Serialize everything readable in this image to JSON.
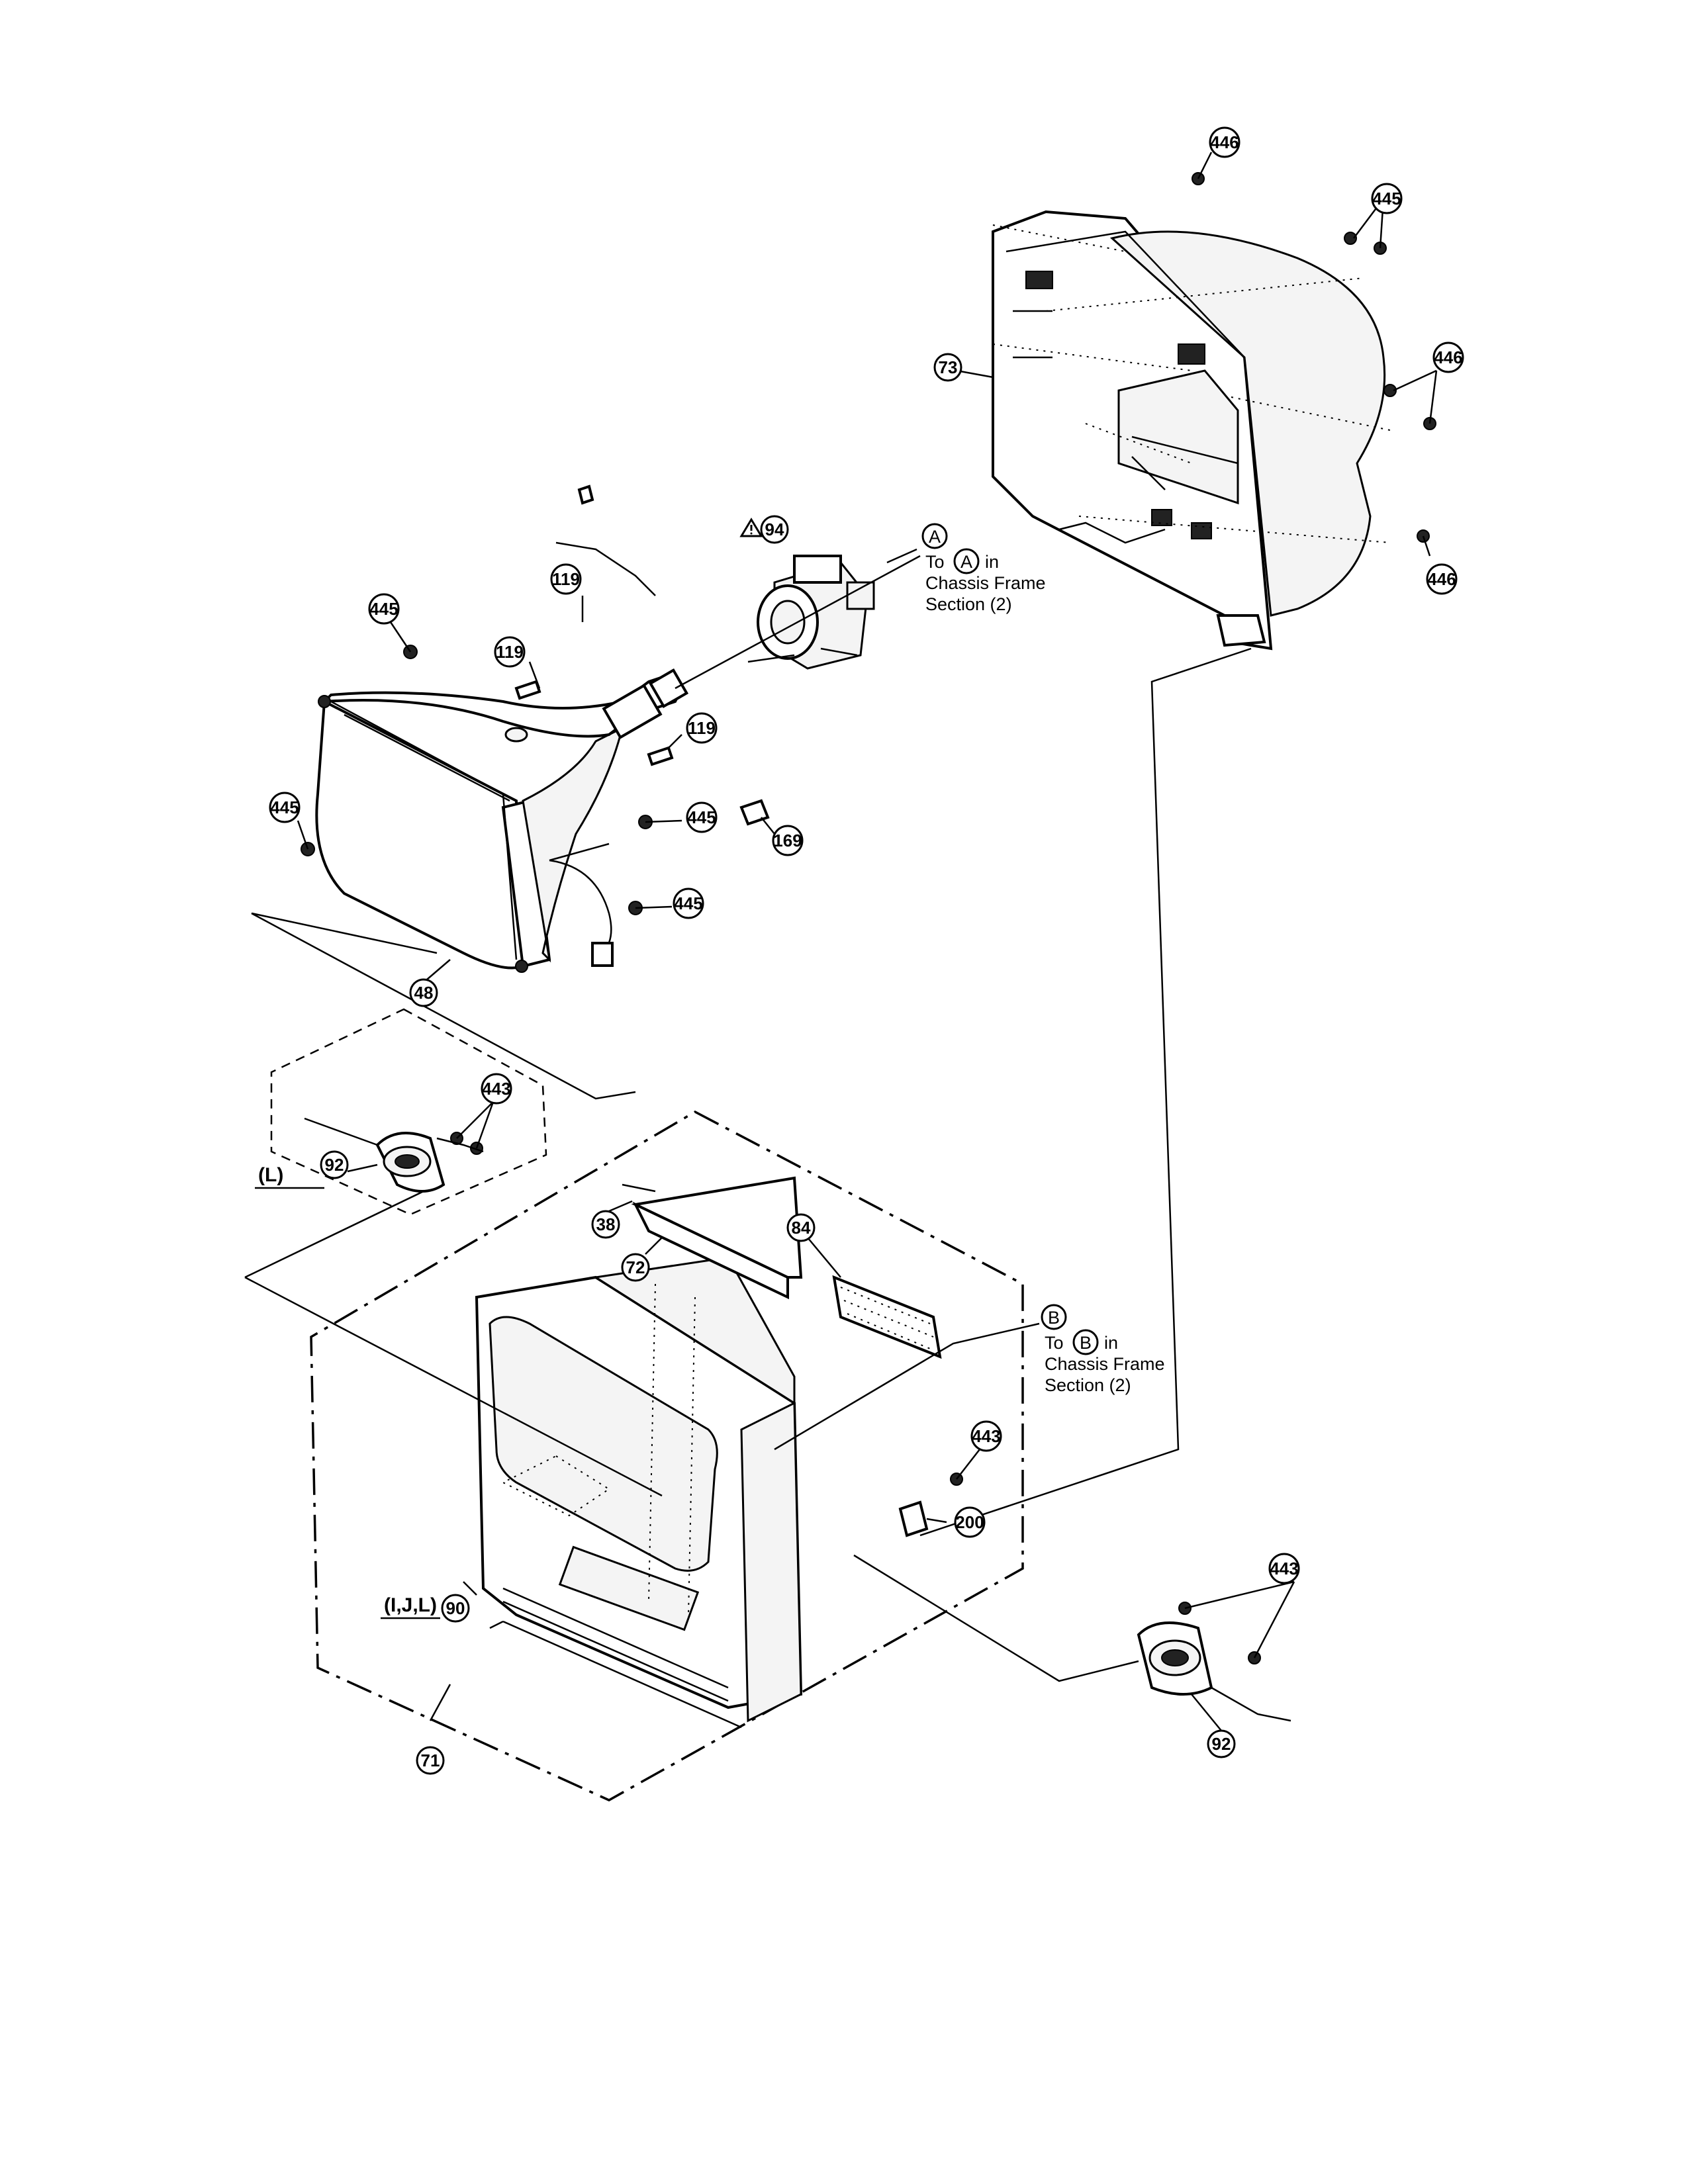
{
  "callouts": [
    {
      "id": "446",
      "label": "446"
    },
    {
      "id": "445",
      "label": "445"
    },
    {
      "id": "73",
      "label": "73"
    },
    {
      "id": "94",
      "label": "94"
    },
    {
      "id": "119",
      "label": "119"
    },
    {
      "id": "169",
      "label": "169"
    },
    {
      "id": "48",
      "label": "48"
    },
    {
      "id": "443",
      "label": "443"
    },
    {
      "id": "92",
      "label": "92"
    },
    {
      "id": "38",
      "label": "38"
    },
    {
      "id": "72",
      "label": "72"
    },
    {
      "id": "84",
      "label": "84"
    },
    {
      "id": "200",
      "label": "200"
    },
    {
      "id": "90",
      "label": "90"
    },
    {
      "id": "71",
      "label": "71"
    }
  ],
  "refs": {
    "a": {
      "letter": "A",
      "to": "To",
      "suffix": "in",
      "line2": "Chassis Frame",
      "line3": "Section (2)"
    },
    "b": {
      "letter": "B",
      "to": "To",
      "suffix": "in",
      "line2": "Chassis Frame",
      "line3": "Section (2)"
    }
  },
  "tags": {
    "l": "(L)",
    "ijl": "(I,J,L)"
  }
}
